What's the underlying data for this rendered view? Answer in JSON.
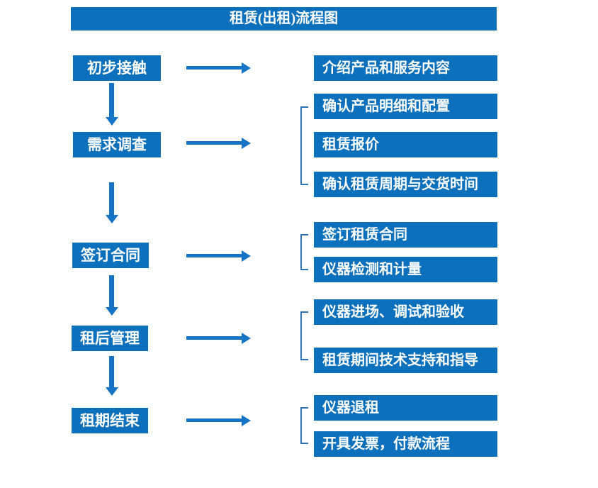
{
  "flow": {
    "title": "租赁(出租)流程图",
    "steps": [
      {
        "label": "初步接触",
        "details": [
          "介绍产品和服务内容"
        ]
      },
      {
        "label": "需求调查",
        "details": [
          "确认产品明细和配置",
          "租赁报价",
          "确认租赁周期与交货时间"
        ]
      },
      {
        "label": "签订合同",
        "details": [
          "签订租赁合同",
          "仪器检测和计量"
        ]
      },
      {
        "label": "租后管理",
        "details": [
          "仪器进场、调试和验收",
          "租赁期间技术支持和指导"
        ]
      },
      {
        "label": "租期结束",
        "details": [
          "仪器退租",
          "开具发票，付款流程"
        ]
      }
    ]
  },
  "colors": {
    "box_blue": "#0C70BD",
    "arrow_blue": "#1574C6",
    "bracket_blue": "#2E74B5",
    "text_white": "#FFFFFF"
  }
}
